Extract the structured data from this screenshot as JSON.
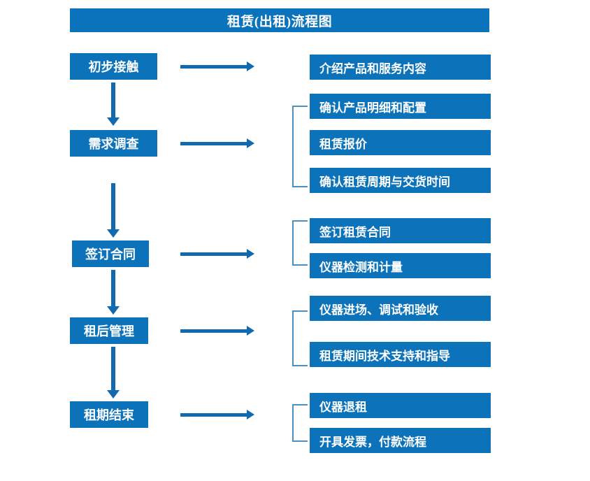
{
  "header": {
    "title": "租赁(出租)流程图"
  },
  "colors": {
    "banner_blue": "#0B72BC",
    "box_blue": "#0C72BA",
    "arrow_blue": "#1169B0",
    "bracket_blue": "#4A90C2",
    "text_white": "#FFFFFF",
    "background": "#FFFFFF"
  },
  "flow": {
    "stages": [
      {
        "label": "初步接触"
      },
      {
        "label": "需求调查"
      },
      {
        "label": "签订合同"
      },
      {
        "label": "租后管理"
      },
      {
        "label": "租期结束"
      }
    ],
    "detail_groups": [
      {
        "stage": "初步接触",
        "bracket": false,
        "items": [
          {
            "label": "介绍产品和服务内容"
          }
        ]
      },
      {
        "stage": "需求调查",
        "bracket": true,
        "items": [
          {
            "label": "确认产品明细和配置"
          },
          {
            "label": "租赁报价"
          },
          {
            "label": "确认租赁周期与交货时间"
          }
        ]
      },
      {
        "stage": "签订合同",
        "bracket": true,
        "items": [
          {
            "label": "签订租赁合同"
          },
          {
            "label": "仪器检测和计量"
          }
        ]
      },
      {
        "stage": "租后管理",
        "bracket": true,
        "items": [
          {
            "label": "仪器进场、调试和验收"
          },
          {
            "label": "租赁期间技术支持和指导"
          }
        ]
      },
      {
        "stage": "租期结束",
        "bracket": true,
        "items": [
          {
            "label": "仪器退租"
          },
          {
            "label": "开具发票，付款流程"
          }
        ]
      }
    ]
  }
}
